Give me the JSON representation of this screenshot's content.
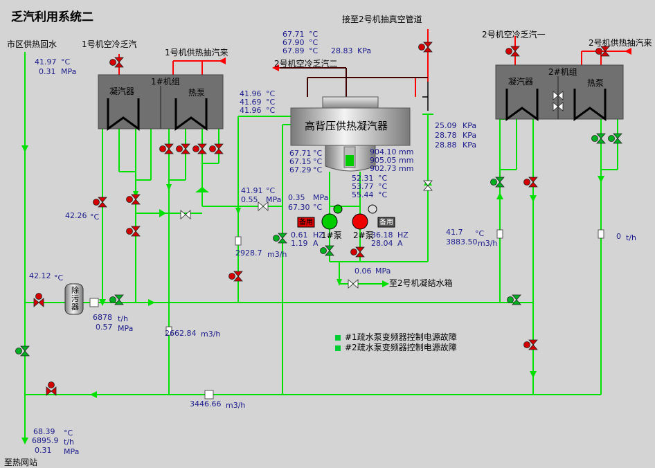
{
  "title": "乏汽利用系统二",
  "labels": {
    "city_return": "市区供热回水",
    "u1_steam": "1号机空冷乏汽",
    "u1_extract": "1号机供热抽汽来",
    "vacuum_pipe": "接至2号机抽真空管道",
    "u2_cool1": "2号机空冷乏汽一",
    "u2_extract": "2号机供热抽汽来",
    "u2_cool2": "2号机空冷乏汽二",
    "u1_group": "1#机组",
    "u1_condenser": "凝汽器",
    "u1_heatpump": "热泵",
    "u2_group": "2#机组",
    "u2_condenser": "凝汽器",
    "u2_heatpump": "热泵",
    "hp_condenser": "高背压供热凝汽器",
    "deaerator": "除污器",
    "pump1": "1#泵",
    "pump2": "2#泵",
    "backup1": "备用",
    "backup2": "备用",
    "to_tank": "至2号机凝结水箱",
    "to_station": "至热网站"
  },
  "values": {
    "city_temp": "41.97",
    "city_press": "0.31",
    "tank_t1": "67.71",
    "tank_t2": "67.90",
    "tank_t3": "67.89",
    "vac_press": "28.83",
    "cond_in_t1": "41.96",
    "cond_in_t2": "41.69",
    "cond_in_t3": "41.96",
    "right_p1": "25.09",
    "right_p2": "28.78",
    "right_p3": "28.88",
    "lower_t1": "67.71",
    "lower_t2": "67.15",
    "lower_t3": "67.29",
    "level1": "904.10",
    "level2": "905.05",
    "level3": "902.73",
    "pt1": "52.31",
    "pt2": "53.77",
    "pt3": "55.44",
    "mid_t": "41.91",
    "mid_p": "0.55",
    "outlet_p": "0.35",
    "outlet_t": "67.30",
    "p1_hz": "0.61",
    "p1_a": "1.19",
    "p2_hz": "36.18",
    "p2_a": "28.04",
    "flow_mid": "2928.7",
    "left_t": "42.26",
    "cond_drain_p": "0.06",
    "u2_t": "41.7",
    "u2_flow": "3883.50",
    "u2_flow2": "0",
    "pre_deaerator_t": "42.12",
    "deaer_flow": "6878",
    "deaer_press": "0.57",
    "flow_center": "2662.84",
    "flow_bottom": "3446.66",
    "out_t": "68.39",
    "out_flow": "6895.9",
    "out_press": "0.31"
  },
  "units": {
    "degc": "°C",
    "mpa": "MPa",
    "kpa": "KPa",
    "mm": "mm",
    "m3h": "m3/h",
    "th": "t/h",
    "hz": "HZ",
    "amp": "A"
  },
  "alarms": [
    "#1疏水泵变频器控制电源故障",
    "#2疏水泵变频器控制电源故障"
  ],
  "colors": {
    "pipe_green": "#00e000",
    "pipe_red": "#ff0000",
    "value_blue": "#1a1a8c",
    "valve_red": "#d40000",
    "valve_green": "#00b020",
    "unit_box": "#707070"
  }
}
